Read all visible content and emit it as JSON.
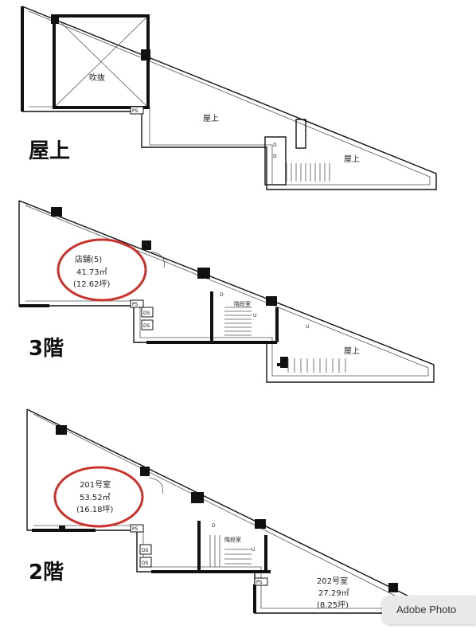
{
  "rooftop": {
    "title": "屋上",
    "void_label": "吹抜",
    "roof_label_1": "屋上",
    "roof_label_2": "屋上",
    "ps": "PS",
    "stair_d1": "D",
    "stair_d2": "D"
  },
  "floor3": {
    "title": "3階",
    "shop_name": "店舗(5)",
    "shop_area_m2": "41.73㎡",
    "shop_area_tsubo": "(12.62坪)",
    "stair_room": "階段室",
    "roof_label": "屋上",
    "ps": "PS",
    "ds1": "DS",
    "ds2": "DS",
    "stair_d": "D",
    "stair_u1": "U",
    "stair_u2": "U"
  },
  "floor2": {
    "title": "2階",
    "room201_name": "201号室",
    "room201_area_m2": "53.52㎡",
    "room201_area_tsubo": "(16.18坪)",
    "room202_name": "202号室",
    "room202_area_m2": "27.29㎡",
    "room202_area_tsubo": "(8.25坪)",
    "stair_room": "階段室",
    "ps1": "PS",
    "ps2": "PS",
    "ds1": "DS",
    "ds2": "DS",
    "stair_d": "D",
    "stair_u": "U"
  },
  "watermark": {
    "text": "Adobe Photo"
  }
}
